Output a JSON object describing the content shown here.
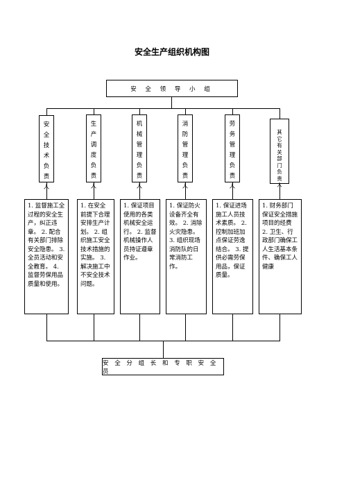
{
  "title": "安全生产组织机构图",
  "leader": "安 全 领 导 小 组",
  "roles": [
    "安全技术负责人",
    "生产调度负责人",
    "机械管理负责人",
    "消防管理负责人",
    "劳务管理负责人",
    "其它有关部门负责人"
  ],
  "duties": [
    "1. 监督施工全过程的安全生产，纠正违章。 2. 配合有关部门排除安全隐患。 3. 全员活动和安全教育。 4. 监督劳保用品质量和使用。",
    "1. 在安全前提下合理安排生产计划。 2. 组织施工安全技术措施的实施。 3. 解决施工中不安全技术问题。",
    "1. 保证项目使用的各类机械安全运行。 2. 监督机械操作人员持证遵章作业。",
    "1. 保证防火设备齐全有效。 2. 消除火灾隐患。 3. 组织现场消防队的日常消防工作。",
    "1. 保证进场施工人员技术素质。 2. 控制加班加点保证劳逸结合。 3. 提供必需劳保用品，保证质量。",
    "1. 财务部门保证安全措施项目的经费 2. 卫生、行政部门确保工人生活基本条件、确保工人健康"
  ],
  "bottom": "安 全 分 组 长 和 专 职 安 全 员"
}
